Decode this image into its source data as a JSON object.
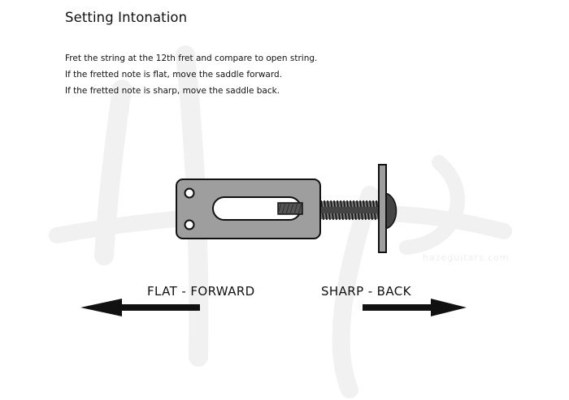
{
  "title": "Setting Intonation",
  "instructions": [
    "Fret the string at the 12th fret and compare to open string.",
    "If the fretted note is flat, move the saddle forward.",
    "If the fretted note is sharp, move the saddle back."
  ],
  "labels": {
    "flat": "FLAT - FORWARD",
    "sharp": "SHARP - BACK"
  },
  "watermark": {
    "logo": "Haze",
    "url": "hazeguitars.com"
  },
  "colors": {
    "saddle_fill": "#9e9e9e",
    "outline": "#111111",
    "watermark": "#f1f1f1",
    "background": "#ffffff"
  }
}
